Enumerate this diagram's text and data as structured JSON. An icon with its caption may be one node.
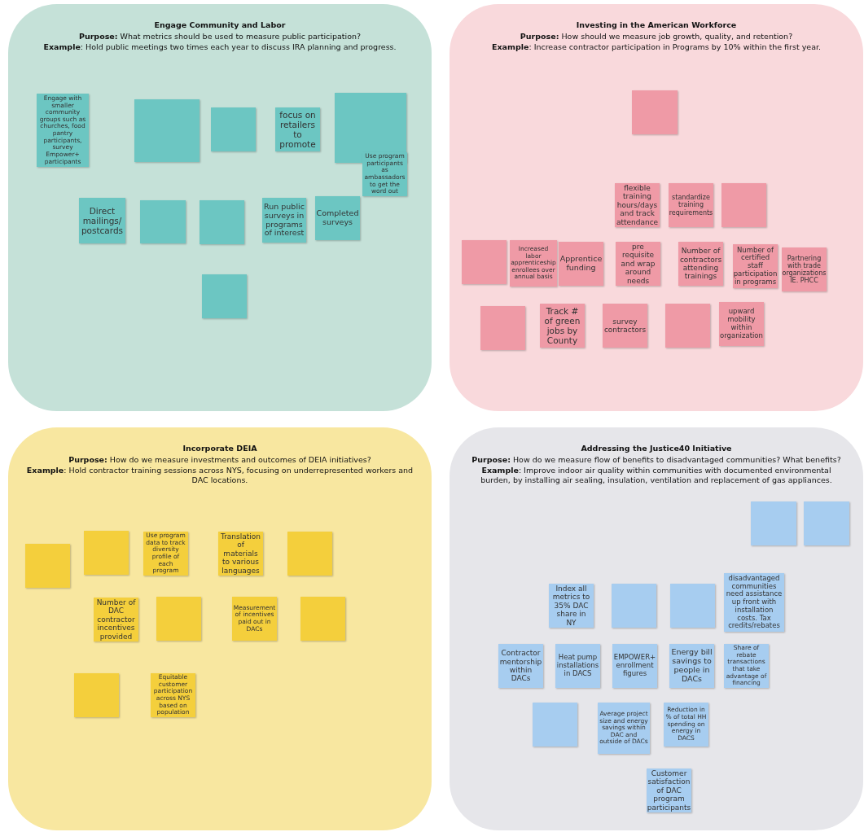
{
  "diagram": {
    "nodes": [
      {
        "text": [
          "Engage Community and Labor",
          "**Purpose:** What metrics should be used to measure public participation?",
          "**Example**: Hold public meetings two times each year to discuss IRA planning and progress."
        ]
      },
      {
        "text": [
          "Engage with smaller community groups such as churches, food pantry participants, survey Empower+ participants"
        ],
        "in": 0
      },
      {
        "text": [],
        "shape": "box",
        "in": 0
      },
      {
        "text": [],
        "shape": "box",
        "in": 0
      },
      {
        "text": [
          "focus on retailers to promote"
        ],
        "in": 0
      },
      {
        "text": [],
        "shape": "box",
        "in": 0
      },
      {
        "text": [
          "Use program participants as ambassadors to get the word out"
        ],
        "in": 0
      },
      {
        "text": [
          "Direct mailings/ postcards"
        ],
        "in": 0
      },
      {
        "text": [],
        "shape": "box",
        "in": 0
      },
      {
        "text": [],
        "shape": "box",
        "in": 0
      },
      {
        "text": [
          "Run public surveys in programs of interest"
        ],
        "in": 0
      },
      {
        "text": [
          "Completed surveys"
        ],
        "in": 0
      },
      {
        "text": [],
        "shape": "box",
        "in": 0
      },
      {
        "text": [
          "Investing in the American Workforce",
          "**Purpose:** How should we measure job growth, quality, and retention?",
          "**Example**: Increase contractor participation in Programs by 10% within the first year."
        ]
      },
      {
        "text": [],
        "shape": "box",
        "in": 13
      },
      {
        "text": [
          "flexible training hours/days and track attendance"
        ],
        "in": 13
      },
      {
        "text": [
          "standardize training requirements"
        ],
        "in": 13
      },
      {
        "text": [],
        "shape": "box",
        "in": 13
      },
      {
        "text": [],
        "shape": "box",
        "in": 13
      },
      {
        "text": [
          "Increased labor apprenticeship enrollees over annual basis"
        ],
        "in": 13
      },
      {
        "text": [
          "Apprentice funding"
        ],
        "in": 13
      },
      {
        "text": [
          "pre requisite and wrap around needs"
        ],
        "in": 13
      },
      {
        "text": [
          "Number of contractors attending trainings"
        ],
        "in": 13
      },
      {
        "text": [
          "Number of certified staff participation in programs"
        ],
        "in": 13
      },
      {
        "text": [
          "Partnering with trade organizations IE. PHCC"
        ],
        "in": 13
      },
      {
        "text": [],
        "shape": "box",
        "in": 13
      },
      {
        "text": [
          "Track # of green jobs by County"
        ],
        "in": 13
      },
      {
        "text": [
          "survey contractors"
        ],
        "in": 13
      },
      {
        "text": [],
        "shape": "box",
        "in": 13
      },
      {
        "text": [
          "upward mobility within organization"
        ],
        "in": 13
      },
      {
        "text": [
          "Incorporate DEIA",
          "**Purpose:** How do we measure investments and outcomes of DEIA initiatives?",
          "**Example**: Hold contractor training sessions across NYS, focusing on underrepresented workers and DAC locations."
        ]
      },
      {
        "text": [],
        "shape": "box",
        "in": 30
      },
      {
        "text": [],
        "shape": "box",
        "in": 30
      },
      {
        "text": [
          "Use program data to track diversity profile of each program"
        ],
        "in": 30
      },
      {
        "text": [
          "Translation of materials to various languages"
        ],
        "in": 30
      },
      {
        "text": [],
        "shape": "box",
        "in": 30
      },
      {
        "text": [
          "Number of DAC contractor incentives provided"
        ],
        "in": 30
      },
      {
        "text": [],
        "shape": "box",
        "in": 30
      },
      {
        "text": [
          "Measurement of incentives paid out in DACs"
        ],
        "in": 30
      },
      {
        "text": [],
        "shape": "box",
        "in": 30
      },
      {
        "text": [],
        "shape": "box",
        "in": 30
      },
      {
        "text": [
          "Equitable customer participation across NYS based on population"
        ],
        "in": 30
      },
      {
        "text": [
          "Addressing the Justice40 Initiative",
          "**Purpose:** How do we measure flow of benefits to disadvantaged communities? What benefits?",
          "**Example**: Improve indoor air quality within communities with documented environmental burden, by installing air sealing, insulation, ventilation and replacement of gas appliances."
        ]
      },
      {
        "text": [],
        "shape": "box",
        "in": 42
      },
      {
        "text": [],
        "shape": "box",
        "in": 42
      },
      {
        "text": [
          "Index all metrics to 35% DAC share in NY"
        ],
        "in": 42
      },
      {
        "text": [],
        "shape": "box",
        "in": 42
      },
      {
        "text": [],
        "shape": "box",
        "in": 42
      },
      {
        "text": [
          "disadvantaged communities need assistance up front with installation costs. Tax credits/rebates"
        ],
        "in": 42
      },
      {
        "text": [
          "Contractor mentorship within DACs"
        ],
        "in": 42
      },
      {
        "text": [
          "Heat pump installations in DACS"
        ],
        "in": 42
      },
      {
        "text": [
          "EMPOWER+ enrollment figures"
        ],
        "in": 42
      },
      {
        "text": [
          "Energy bill savings to people in DACs"
        ],
        "in": 42
      },
      {
        "text": [
          "Share of rebate transactions that take advantage of financing"
        ],
        "in": 42
      },
      {
        "text": [],
        "shape": "box",
        "in": 42
      },
      {
        "text": [
          "Average project size and energy savings within DAC and outside of DACs"
        ],
        "in": 42
      },
      {
        "text": [
          "Reduction in % of total HH spending on energy in DACS"
        ],
        "in": 42
      },
      {
        "text": [
          "Customer satisfaction of DAC program participants"
        ],
        "in": 42
      }
    ]
  }
}
